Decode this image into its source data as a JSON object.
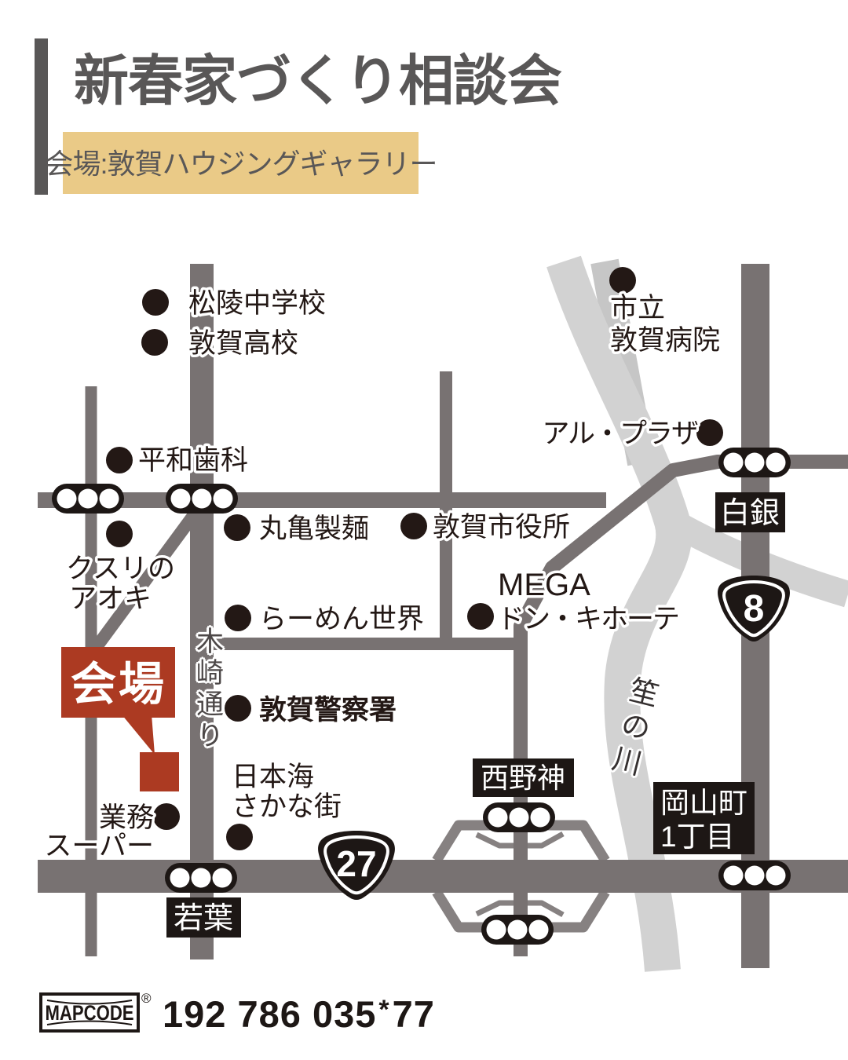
{
  "header": {
    "title": "新春家づくり相談会",
    "venue_banner": "会場:敦賀ハウジングギャラリー"
  },
  "map": {
    "street_name": "木崎通り",
    "river_name": "笙の川",
    "venue_marker": {
      "label": "会場"
    },
    "landmarks": {
      "shoryo_jhs": "松陵中学校",
      "tsuruga_hs": "敦賀高校",
      "hospital_line1": "市立",
      "hospital_line2": "敦賀病院",
      "alplaza": "アル・プラザ",
      "heiwa_dental": "平和歯科",
      "kusuri_line1": "クスリの",
      "kusuri_line2": "アオキ",
      "marugame": "丸亀製麺",
      "city_hall": "敦賀市役所",
      "ramen_sekai": "らーめん世界",
      "mega_line1": "MEGA",
      "mega_line2": "ドン・キホーテ",
      "police": "敦賀警察署",
      "gyomu_line1": "業務",
      "gyomu_line2": "スーパー",
      "sakana_line1": "日本海",
      "sakana_line2": "さかな街"
    },
    "signs": {
      "shirogane": "白銀",
      "nishinokami": "西野神",
      "okayama_line1": "岡山町",
      "okayama_line2": "1丁目",
      "wakaba": "若葉"
    },
    "routes": {
      "route8": "8",
      "route27": "27"
    }
  },
  "footer": {
    "mapcode_brand": "MAPCODE",
    "mapcode_reg": "®",
    "code_main": "192 786 035",
    "code_star": "*",
    "code_suffix": "77"
  },
  "colors": {
    "title_gray": "#595757",
    "banner_beige": "#EACA87",
    "ink": "#231815",
    "sign_black": "#1D1715",
    "road": "#787272",
    "river": "#D2D2D2",
    "river_dark": "#C6C6C6",
    "ramp": "#868181",
    "accent_red": "#AC3A22"
  }
}
